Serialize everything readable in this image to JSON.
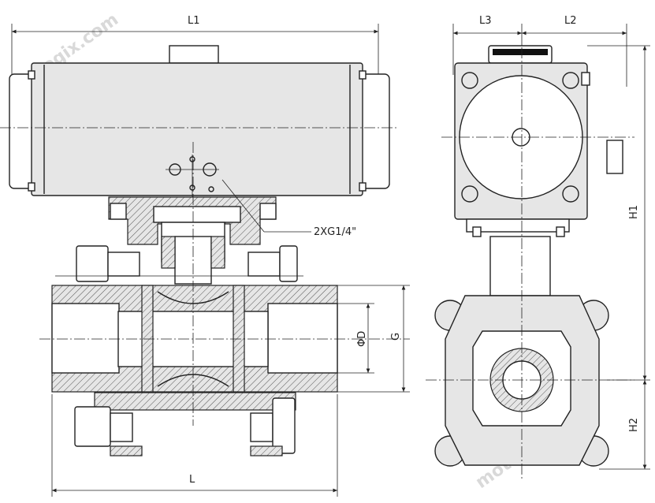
{
  "labels": {
    "l1": "L1",
    "l3": "L3",
    "l2": "L2",
    "h1": "H1",
    "h2": "H2",
    "l": "L",
    "phi_d": "ΦD",
    "g": "G",
    "ports": "2XG1/4\""
  },
  "watermarks": [
    "motogix.com",
    "motogix.com"
  ],
  "colors": {
    "line": "#222222",
    "fill": "#e6e6e6",
    "watermark": "#d9d9d9"
  }
}
